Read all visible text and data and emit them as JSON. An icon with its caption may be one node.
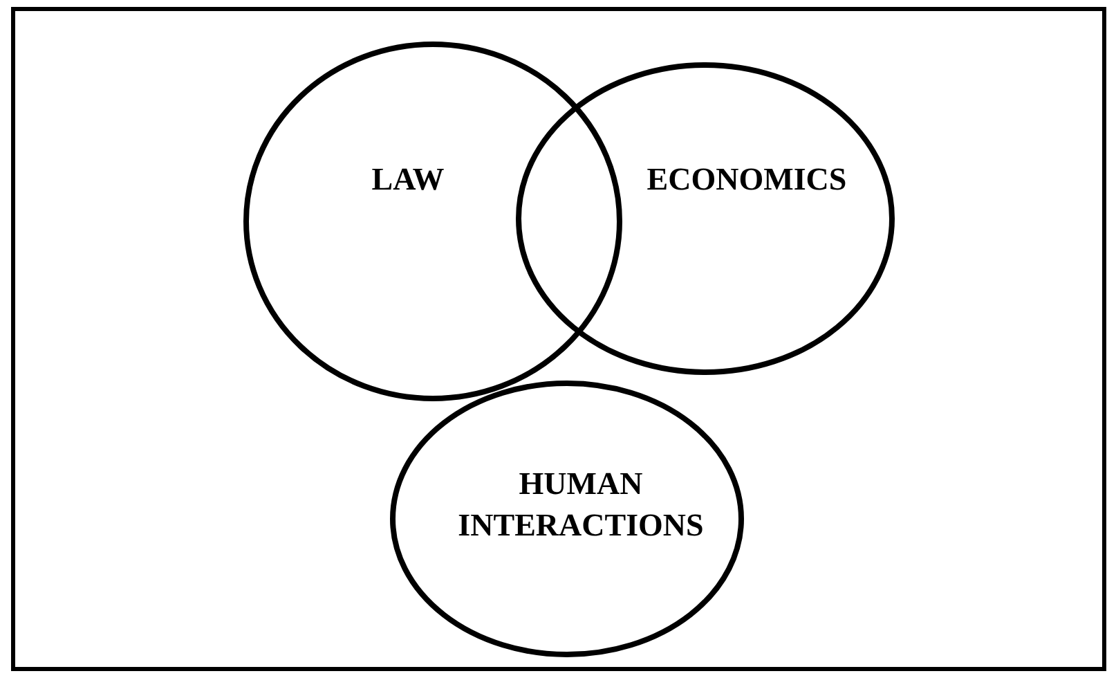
{
  "diagram": {
    "nodes": [
      {
        "text": [
          "LAW"
        ]
      },
      {
        "text": [
          "ECONOMICS"
        ]
      },
      {
        "text": [
          "HUMAN INTERACTIONS"
        ]
      }
    ]
  }
}
